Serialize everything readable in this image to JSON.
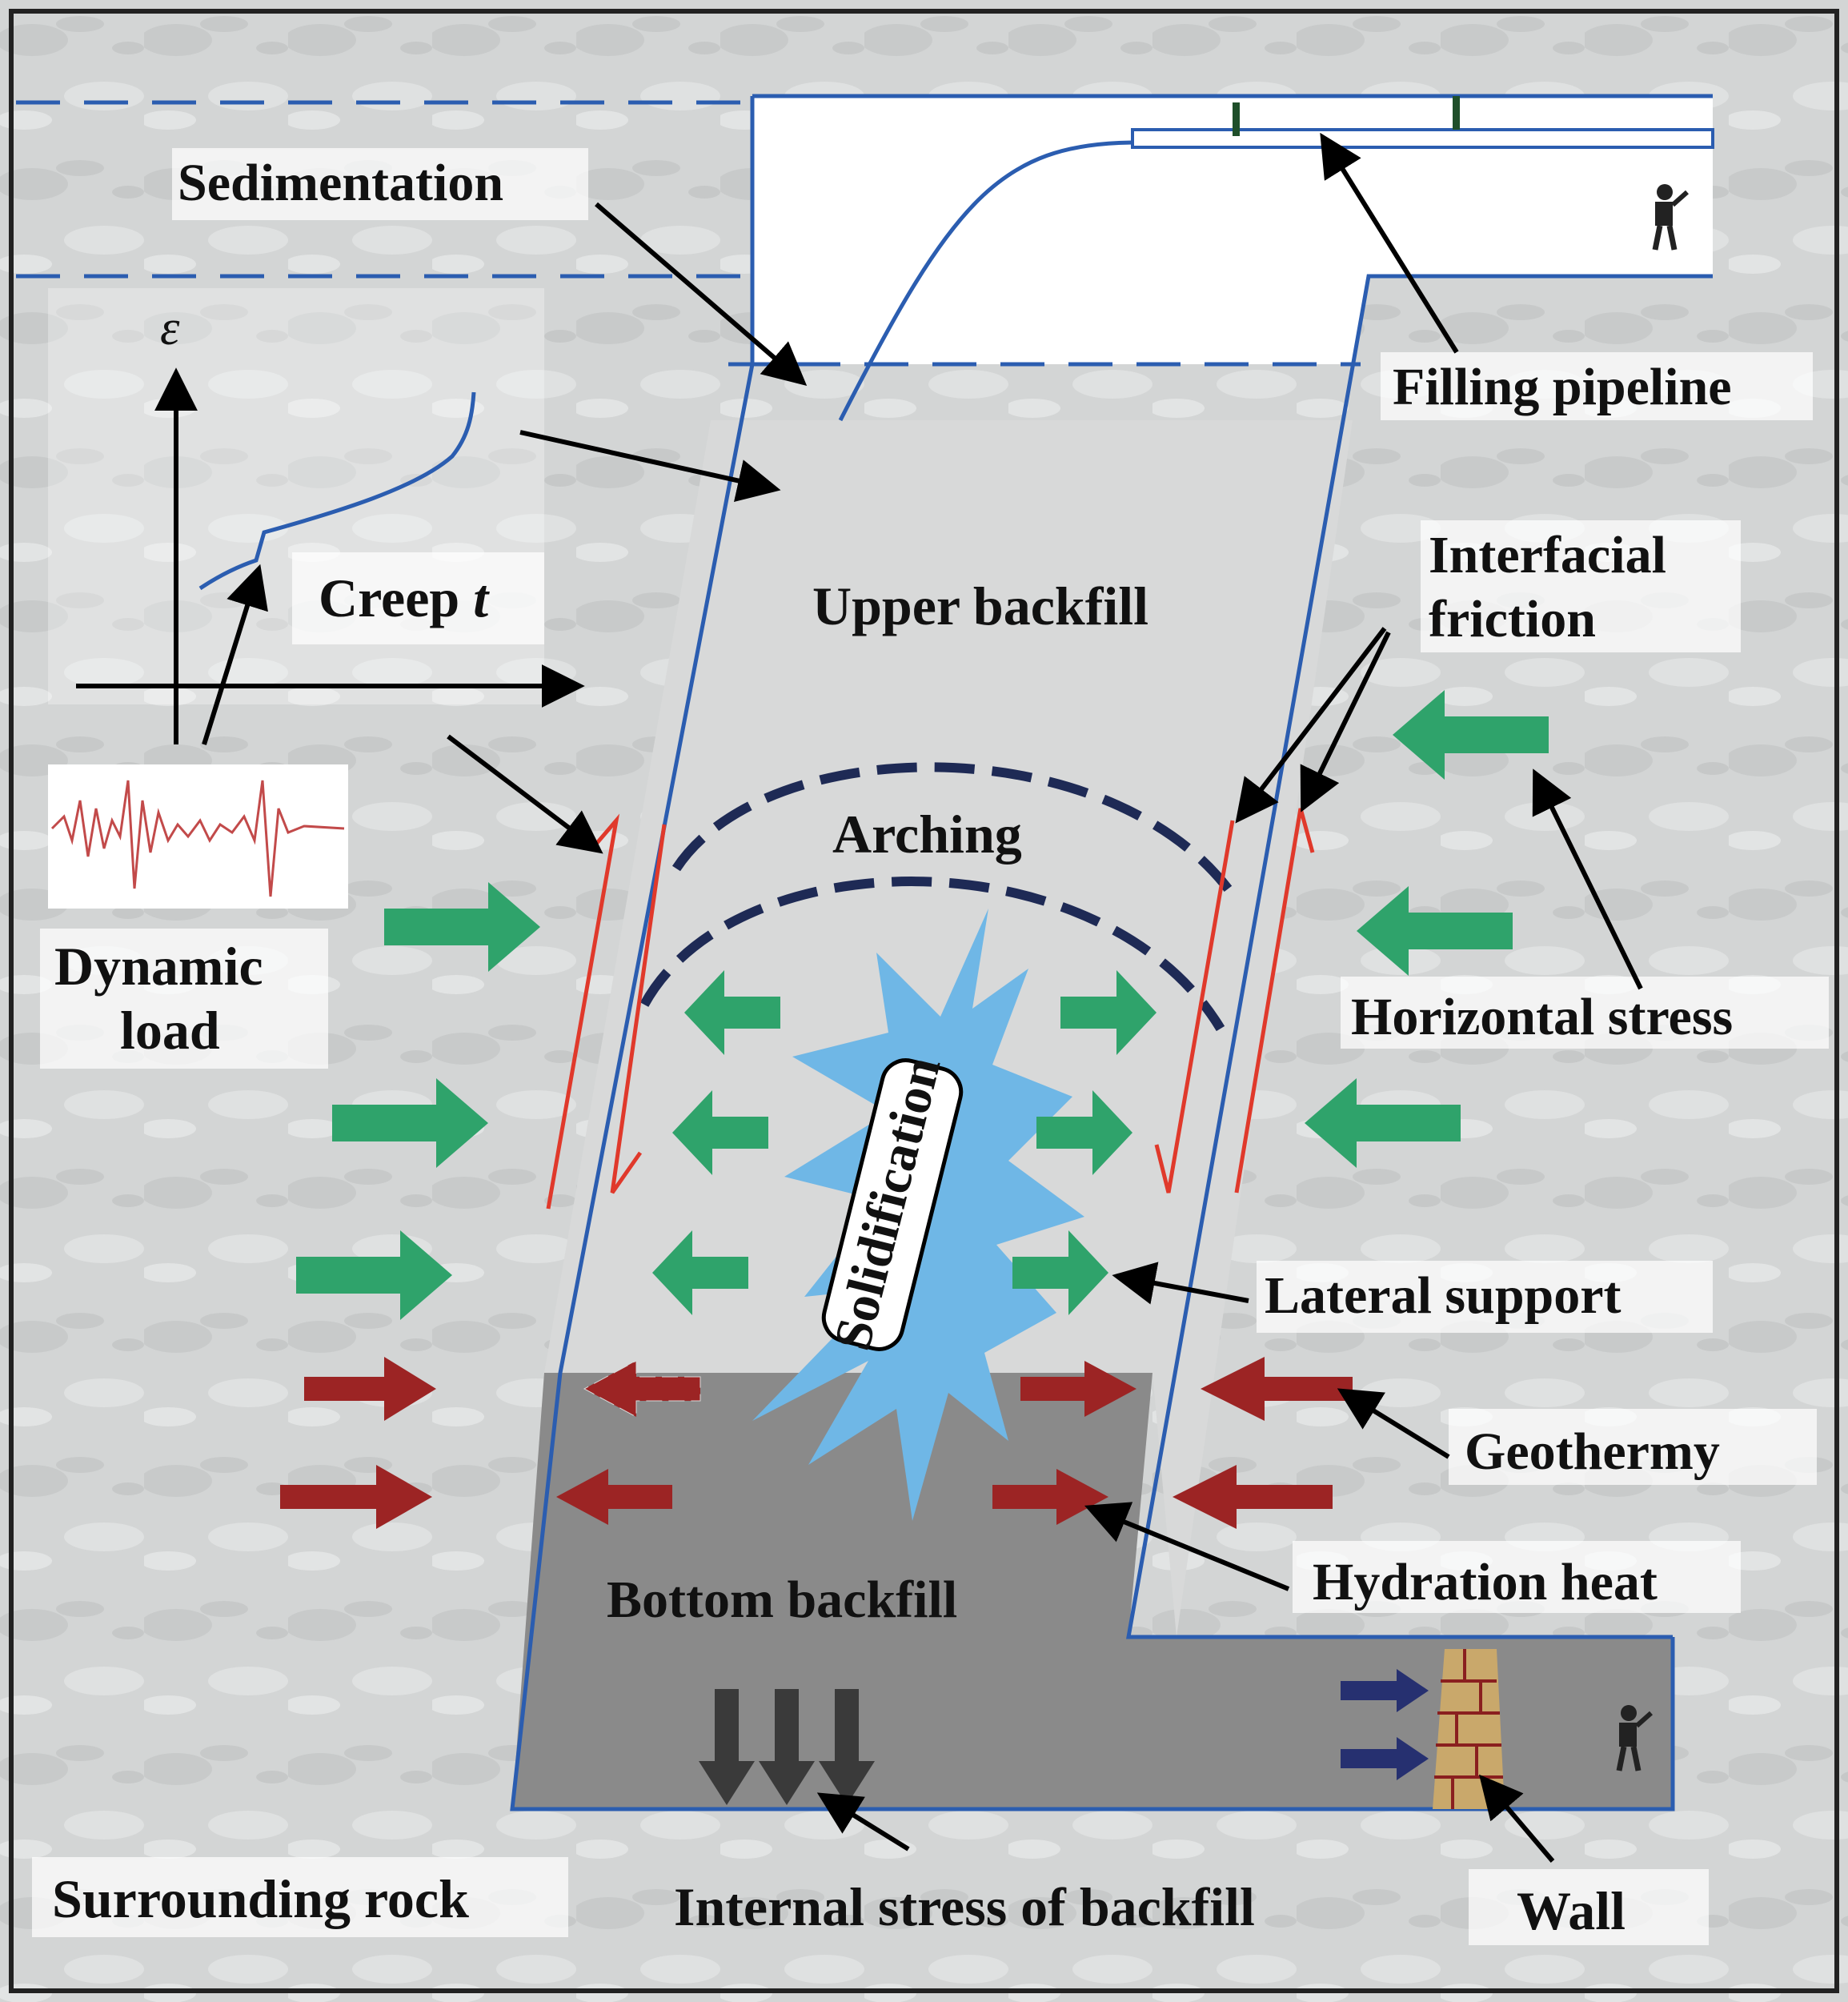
{
  "labels": {
    "sedimentation": "Sedimentation",
    "filling_pipeline": "Filling pipeline",
    "epsilon": "ε",
    "creep": "Creep",
    "creep_t": "t",
    "upper_backfill": "Upper backfill",
    "interfacial_friction_1": "Interfacial",
    "interfacial_friction_2": "friction",
    "arching": "Arching",
    "dynamic_load_1": "Dynamic",
    "dynamic_load_2": "load",
    "horizontal_stress": "Horizontal stress",
    "solidification": "Solidification",
    "lateral_support": "Lateral support",
    "geothermy": "Geothermy",
    "hydration_heat": "Hydration heat",
    "bottom_backfill": "Bottom backfill",
    "surrounding_rock": "Surrounding rock",
    "internal_stress": "Internal stress of backfill",
    "wall": "Wall"
  },
  "colors": {
    "rock": "#d4d6d6",
    "stope_outline": "#2b5db0",
    "upper_backfill": "#d9dada",
    "bottom_backfill": "#8a8a8a",
    "green_arrow": "#2fa36b",
    "red_arrow": "#9c2424",
    "friction_line": "#e0392b",
    "arching_dash": "#1e2a55",
    "solidification_star": "#6fb7e6",
    "dark_arrow": "#3a3a3a",
    "navy_arrow": "#263070"
  },
  "icons": {
    "worker_top": "miner-icon",
    "worker_bottom": "miner-icon",
    "seismogram": "seismogram-icon",
    "wall": "brick-wall-icon"
  }
}
